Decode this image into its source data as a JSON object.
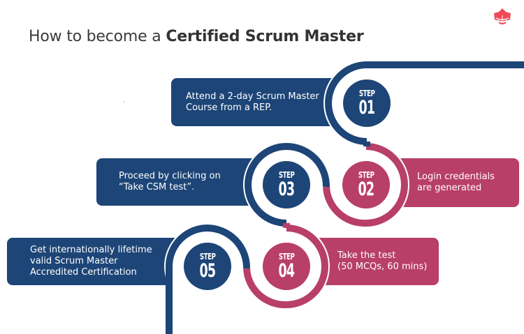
{
  "title": {
    "prefix": "How to become a ",
    "emphasis": "Certified Scrum Master"
  },
  "logo": {
    "icon": "lotus-logo-icon",
    "color": "#f04a56"
  },
  "colors": {
    "navy": "#1d4577",
    "pink": "#b83f67"
  },
  "steps": [
    {
      "label": "STEP",
      "number": "01",
      "text_lines": [
        "Attend a 2-day Scrum Master",
        "Course from a REP."
      ],
      "color": "navy"
    },
    {
      "label": "STEP",
      "number": "02",
      "text_lines": [
        "Login credentials",
        "are generated"
      ],
      "color": "pink"
    },
    {
      "label": "STEP",
      "number": "03",
      "text_lines": [
        "Proceed by clicking on",
        "“Take CSM test”."
      ],
      "color": "navy"
    },
    {
      "label": "STEP",
      "number": "04",
      "text_lines": [
        "Take the test",
        "(50 MCQs, 60 mins)"
      ],
      "color": "pink"
    },
    {
      "label": "STEP",
      "number": "05",
      "text_lines": [
        "Get internationally lifetime",
        "valid Scrum Master",
        "Accredited Certification"
      ],
      "color": "navy"
    }
  ]
}
